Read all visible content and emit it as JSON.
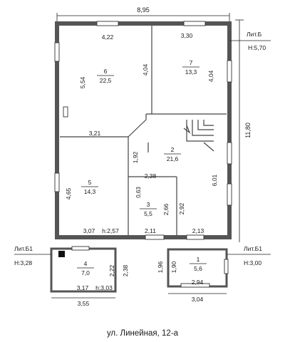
{
  "dimensions": {
    "overall_width": "8,95",
    "overall_height": "11,80",
    "r6_top": "4,22",
    "r7_top": "3,30",
    "r6_height": "5,54",
    "partition_67": "4,04",
    "r7_height": "4,04",
    "r6_bottom": "3,21",
    "corridor_h": "1,92",
    "r2_height": "6,01",
    "r5_height": "4,65",
    "r3_top": "2,38",
    "r3_short": "0,63",
    "r3_height": "2,66",
    "r2_inner": "2,92",
    "r5_bottom": "3,07",
    "r3_bottom": "2,11",
    "r2_bottom": "2,13",
    "r4_h1": "2,22",
    "r4_h2": "2,38",
    "r4_bottom": "3,17",
    "r4_outer": "3,55",
    "r1_h1": "1,96",
    "r1_h2": "1,90",
    "r1_inner": "2,94",
    "r1_outer": "3,04"
  },
  "rooms": [
    {
      "num": "6",
      "area": "22,5"
    },
    {
      "num": "7",
      "area": "13,3"
    },
    {
      "num": "2",
      "area": "21,6"
    },
    {
      "num": "5",
      "area": "14,3"
    },
    {
      "num": "3",
      "area": "5,5"
    },
    {
      "num": "4",
      "area": "7,0"
    },
    {
      "num": "1",
      "area": "5,6"
    }
  ],
  "labels": {
    "lit_b": "Лит.Б",
    "h_b": "H:5,70",
    "lit_b1_left": "Лит.Б1",
    "h_left": "H:3,28",
    "lit_b1_right": "Лит.Б1",
    "h_right": "H:3,00",
    "h_room5": "h:2,57",
    "h_room4": "h:3,03"
  },
  "caption": "ул. Линейная, 12-а"
}
